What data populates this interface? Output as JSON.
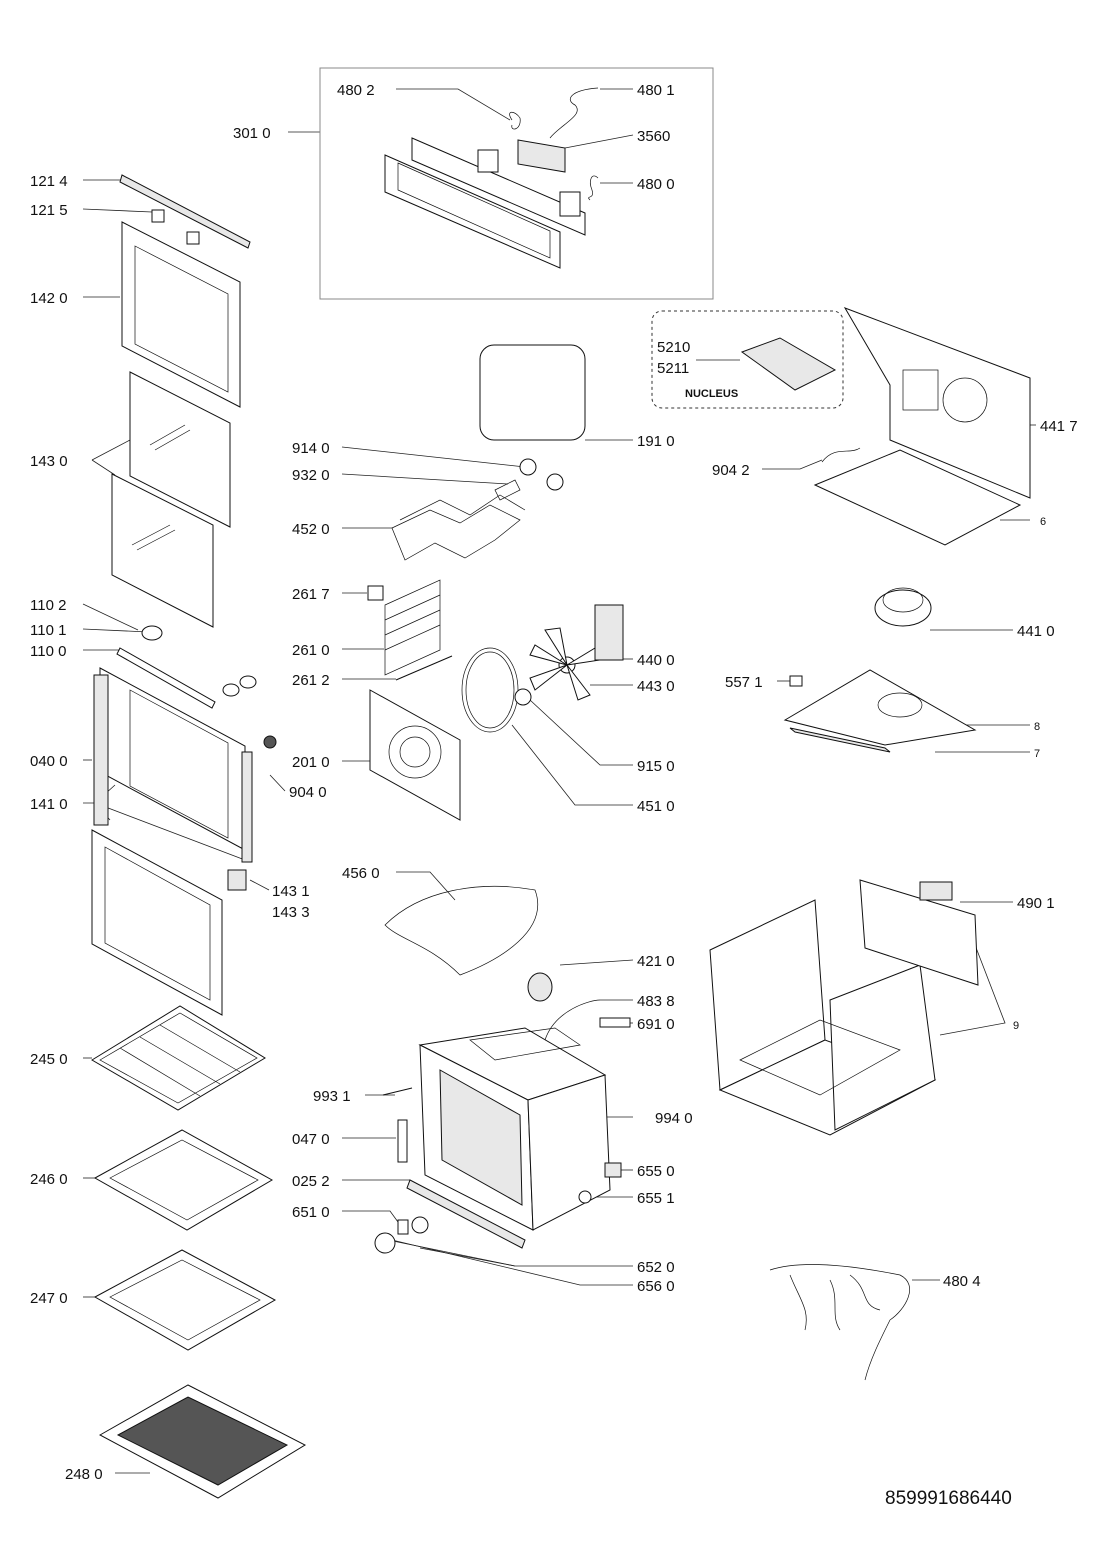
{
  "diagram": {
    "document_number": "859991686440",
    "nucleus_label": "NUCLEUS",
    "labels": {
      "p480_2": "480 2",
      "p480_1": "480 1",
      "p301_0": "301 0",
      "p3560": "3560",
      "p480_0": "480 0",
      "p121_4": "121 4",
      "p121_5": "121 5",
      "p142_0": "142 0",
      "p5210": "5210",
      "p5211": "5211",
      "p441_7": "441 7",
      "p914_0": "914 0",
      "p191_0": "191 0",
      "p143_0": "143 0",
      "p932_0": "932 0",
      "p904_2": "904 2",
      "p452_0": "452 0",
      "p6": "6",
      "p261_7": "261 7",
      "p110_2": "110 2",
      "p110_1": "110 1",
      "p261_0": "261 0",
      "p441_0": "441 0",
      "p110_0": "110 0",
      "p440_0": "440 0",
      "p261_2": "261 2",
      "p557_1": "557 1",
      "p443_0": "443 0",
      "p8": "8",
      "p040_0": "040 0",
      "p201_0": "201 0",
      "p7": "7",
      "p915_0": "915 0",
      "p904_0": "904 0",
      "p141_0": "141 0",
      "p451_0": "451 0",
      "p456_0": "456 0",
      "p490_1": "490 1",
      "p143_1": "143 1",
      "p143_3": "143 3",
      "p421_0": "421 0",
      "p483_8": "483 8",
      "p691_0": "691 0",
      "p9": "9",
      "p245_0": "245 0",
      "p993_1": "993 1",
      "p994_0": "994 0",
      "p047_0": "047 0",
      "p246_0": "246 0",
      "p655_0": "655 0",
      "p025_2": "025 2",
      "p655_1": "655 1",
      "p651_0": "651 0",
      "p652_0": "652 0",
      "p656_0": "656 0",
      "p480_4": "480 4",
      "p247_0": "247 0",
      "p248_0": "248 0"
    }
  }
}
